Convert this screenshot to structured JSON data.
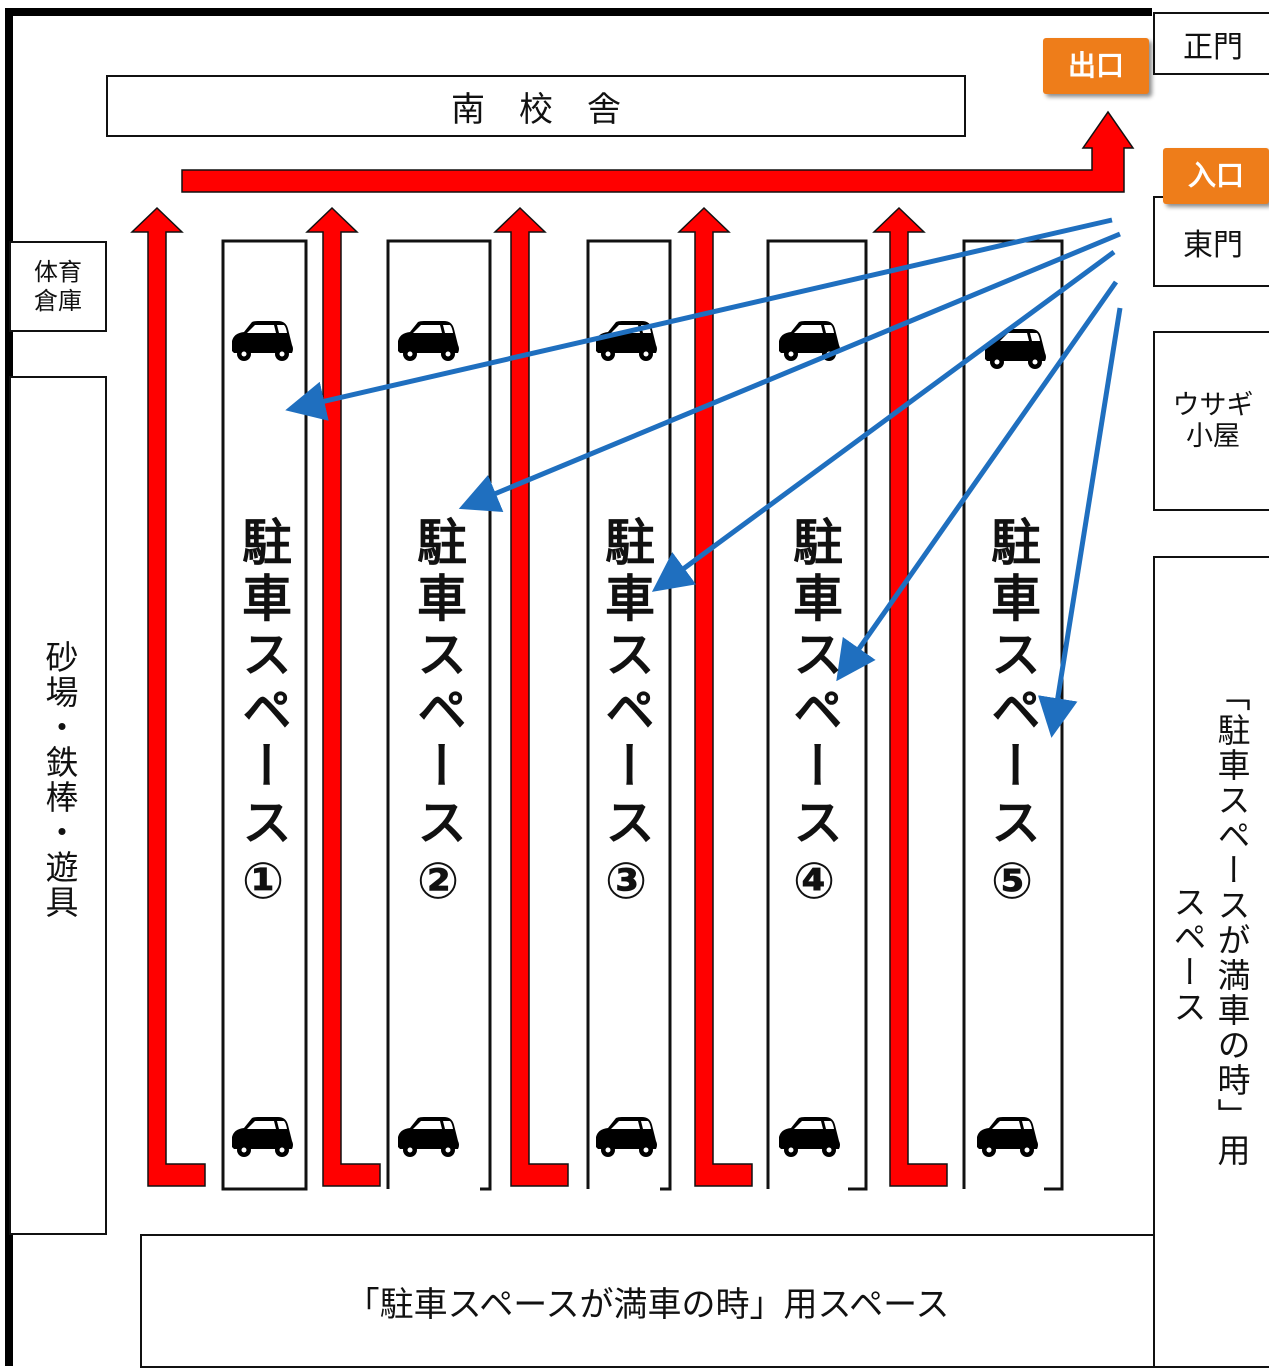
{
  "buildings": {
    "south_school": "南　校　舎",
    "main_gate": "正門",
    "east_gate": "東門",
    "gym_storage": "体育\n倉庫",
    "rabbit_hutch": "ウサギ\n小屋",
    "sandbox": "砂場・鉄棒・遊具"
  },
  "badges": {
    "exit": "出口",
    "entrance": "入口"
  },
  "parking_spaces": [
    "駐車スペース①",
    "駐車スペース②",
    "駐車スペース③",
    "駐車スペース④",
    "駐車スペース⑤"
  ],
  "overflow": {
    "bottom": "「駐車スペースが満車の時」用スペース",
    "right_col1": "「駐車スペースが満車の時」用",
    "right_col2": "スペース"
  },
  "colors": {
    "route_red": "#ff0000",
    "guide_blue": "#1f6fbf",
    "badge_orange": "#ee7d1a"
  },
  "icons": {
    "car": "car-icon"
  }
}
